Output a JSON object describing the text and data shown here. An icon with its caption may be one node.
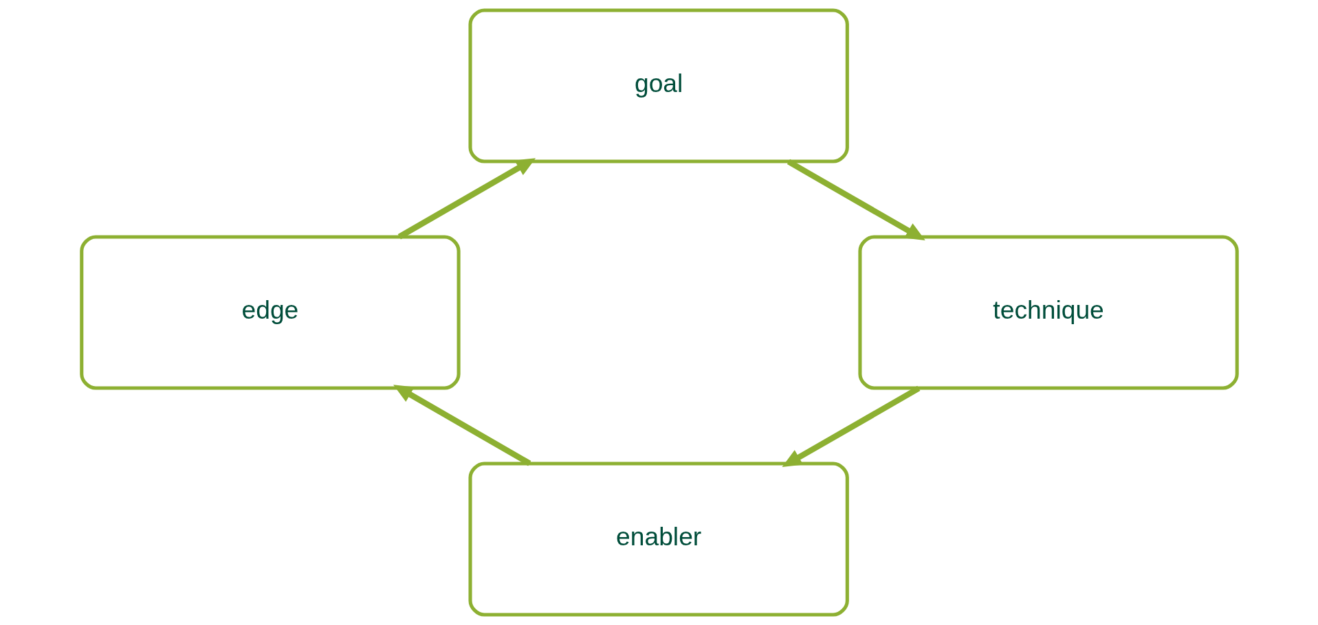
{
  "diagram": {
    "nodes": [
      {
        "text": [
          "goal"
        ]
      },
      {
        "text": [
          "edge"
        ]
      },
      {
        "text": [
          "technique"
        ]
      },
      {
        "text": [
          "enabler"
        ]
      }
    ],
    "edges": [
      {
        "from": 0,
        "to": 2,
        "arrow": "to"
      },
      {
        "from": 2,
        "to": 3,
        "arrow": "to"
      },
      {
        "from": 3,
        "to": 1,
        "arrow": "to"
      },
      {
        "from": 1,
        "to": 0,
        "arrow": "to"
      }
    ]
  }
}
